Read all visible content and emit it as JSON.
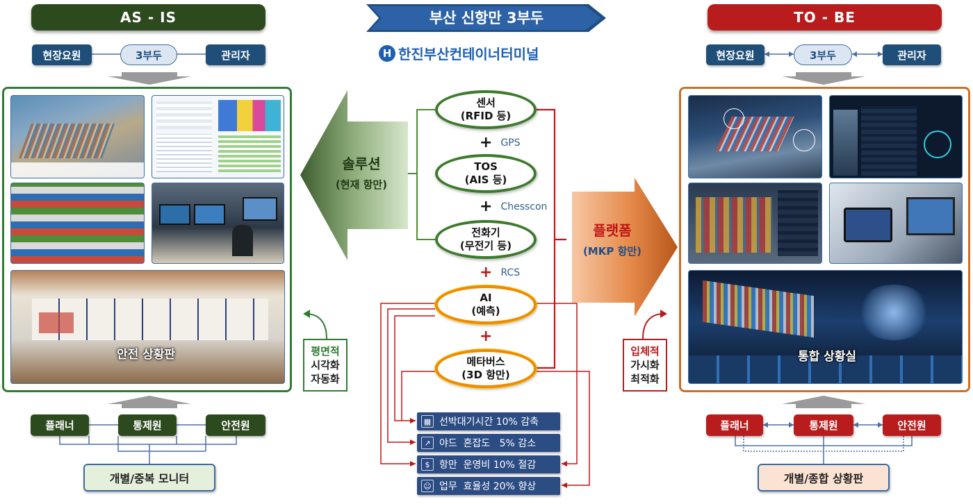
{
  "title": {
    "main": "부산 신항만 3부두",
    "company": "한진부산컨테이너터미널"
  },
  "as_is": {
    "header": "AS - IS",
    "top_roles": [
      "현장요원",
      "3부두",
      "관리자"
    ],
    "photo_caption": "안전 상황판",
    "side_label": [
      "평면적",
      "시각화",
      "자동화"
    ],
    "bottom_roles": [
      "플래너",
      "통제원",
      "안전원"
    ],
    "monitor": "개별/중복 모니터"
  },
  "to_be": {
    "header": "TO - BE",
    "top_roles": [
      "현장요원",
      "3부두",
      "관리자"
    ],
    "photo_caption": "통합 상황실",
    "side_label": [
      "입체적",
      "가시화",
      "최적화"
    ],
    "bottom_roles": [
      "플래너",
      "통제원",
      "안전원"
    ],
    "monitor": "개별/종합 상황판"
  },
  "solution": {
    "line1": "솔루션",
    "line2": "(현재 항만)"
  },
  "platform": {
    "line1": "플랫폼",
    "line2": "(MKP 항만)"
  },
  "tech_nodes": [
    {
      "line1": "센서",
      "line2": "(RFID 등)",
      "color": "#3c7a2b"
    },
    {
      "line1": "TOS",
      "line2": "(AIS 등)",
      "color": "#3c7a2b"
    },
    {
      "line1": "전화기",
      "line2": "(무전기 등)",
      "color": "#3c7a2b"
    },
    {
      "line1": "AI",
      "line2": "(예측)",
      "color": "#f08a00"
    },
    {
      "line1": "메타버스",
      "line2": "(3D 항만)",
      "color": "#f08a00"
    }
  ],
  "connectors": [
    "GPS",
    "Chesscon",
    "RCS",
    ""
  ],
  "results": [
    {
      "text": "선박대기시간 10% 감축",
      "icon": "calendar-icon"
    },
    {
      "text": "야드  혼잡도   5% 감소",
      "icon": "chart-icon"
    },
    {
      "text": "항만  운영비 10% 절감",
      "icon": "money-icon"
    },
    {
      "text": "업무  효율성 20% 향상",
      "icon": "worker-icon"
    }
  ],
  "colors": {
    "as_is": "#2d5a27",
    "to_be": "#b81c1c",
    "navy": "#1f4e79",
    "orange": "#d9732a"
  }
}
